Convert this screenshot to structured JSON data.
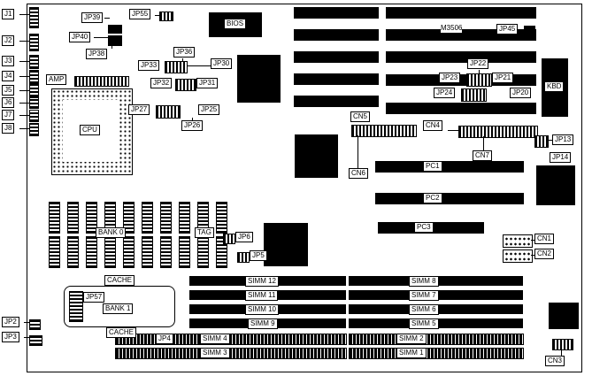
{
  "colors": {
    "ink": "#000000",
    "background": "#ffffff"
  },
  "board": {
    "model": "M3506"
  },
  "labels": {
    "j1": "J1",
    "j2": "J2",
    "j3": "J3",
    "j4": "J4",
    "j5": "J5",
    "j6": "J6",
    "j7": "J7",
    "j8": "J8",
    "jp2": "JP2",
    "jp3": "JP3",
    "jp4": "JP4",
    "jp5": "JP5",
    "jp6": "JP6",
    "jp13": "JP13",
    "jp14": "JP14",
    "jp20": "JP20",
    "jp21": "JP21",
    "jp22": "JP22",
    "jp23": "JP23",
    "jp24": "JP24",
    "jp25": "JP25",
    "jp26": "JP26",
    "jp27": "JP27",
    "jp30": "JP30",
    "jp31": "JP31",
    "jp32": "JP32",
    "jp33": "JP33",
    "jp36": "JP36",
    "jp38": "JP38",
    "jp39": "JP39",
    "jp40": "JP40",
    "jp45": "JP45",
    "jp55": "JP55",
    "jp57": "JP57",
    "cn1": "CN1",
    "cn2": "CN2",
    "cn3": "CN3",
    "cn4": "CN4",
    "cn5": "CN5",
    "cn6": "CN6",
    "cn7": "CN7",
    "pc1": "PC1",
    "pc2": "PC2",
    "pc3": "PC3",
    "amp": "AMP",
    "cpu": "CPU",
    "bios": "BIOS",
    "kbd": "KBD",
    "bank0": "BANK 0",
    "bank1": "BANK 1",
    "tag": "TAG",
    "cache_top": "CACHE",
    "cache_bottom": "CACHE"
  },
  "simm": {
    "upper_left": [
      "SIMM 12",
      "SIMM 11",
      "SIMM 10",
      "SIMM 9"
    ],
    "upper_right": [
      "SIMM 8",
      "SIMM 7",
      "SIMM 6",
      "SIMM 5"
    ],
    "lower_left": [
      "SIMM 4",
      "SIMM 3"
    ],
    "lower_right": [
      "SIMM 2",
      "SIMM 1"
    ]
  }
}
